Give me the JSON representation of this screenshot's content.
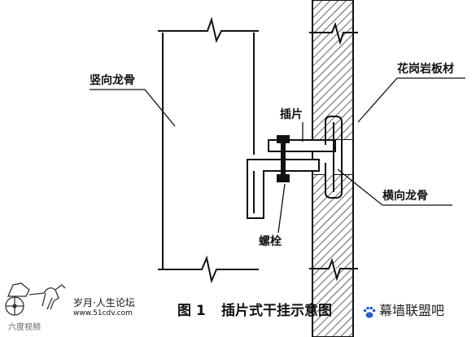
{
  "labels": {
    "vertical_keel": "竖向龙骨",
    "granite_slab": "花岗岩板材",
    "insert_plate": "插片",
    "horizontal_keel": "横向龙骨",
    "bolt": "螺栓"
  },
  "caption": {
    "figure_number": "图 1",
    "title": "插片式干挂示意图"
  },
  "logo": {
    "name": "岁月·人生论坛",
    "url": "www.51cdv.com",
    "small_mark": "六度视频"
  },
  "watermark": {
    "text": "幕墙联盟吧"
  }
}
